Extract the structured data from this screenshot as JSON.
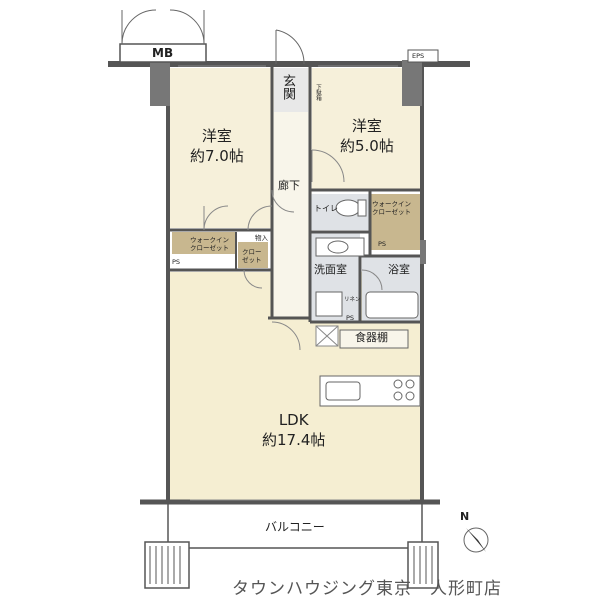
{
  "rooms": {
    "western1": {
      "name": "洋室",
      "size": "約7.0帖"
    },
    "western2": {
      "name": "洋室",
      "size": "約5.0帖"
    },
    "ldk": {
      "name": "LDK",
      "size": "約17.4帖"
    },
    "entrance": "玄関",
    "hallway": "廊下",
    "toilet": "トイレ",
    "wic_right": "ウォークイン\nクローゼット",
    "wic_left": "ウォークイン\nクローゼット",
    "closet": "クロー\nゼット",
    "washroom": "洗面室",
    "bathroom": "浴室",
    "cupboard": "食器棚",
    "balcony": "バルコニー"
  },
  "labels": {
    "mb": "MB",
    "eps": "EPS",
    "ps1": "PS",
    "ps2": "PS",
    "ps3": "PS",
    "storage": "物入",
    "shoe": "下駄箱",
    "linen": "リネン",
    "compass": "N"
  },
  "footer": "タウンハウジング東京　人形町店",
  "colors": {
    "wall": "#555555",
    "floor": "#f5eed2",
    "tile": "#dfe2e6",
    "closet": "#c8b78f",
    "room_bg": "#f7f1dc"
  }
}
